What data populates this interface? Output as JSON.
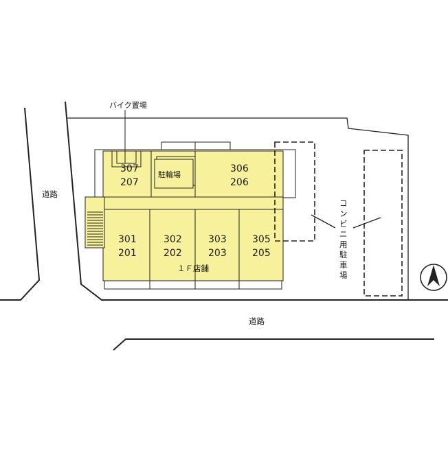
{
  "map": {
    "road_left": "道路",
    "road_bottom": "道路",
    "bike_parking": "バイク置場",
    "bicycle_parking": "駐輪場",
    "convenience_parking_vertical": [
      "コ",
      "ン",
      "ビ",
      "ニ",
      "用",
      "駐",
      "車",
      "場"
    ],
    "first_floor_store": "１Ｆ店舗",
    "north_arrow": "north-arrow"
  },
  "units": {
    "u307": "307",
    "u207": "207",
    "u306": "306",
    "u206": "206",
    "u301": "301",
    "u201": "201",
    "u302": "302",
    "u202": "202",
    "u303": "303",
    "u203": "203",
    "u305": "305",
    "u205": "205"
  },
  "colors": {
    "building_fill": "#f6f19a",
    "line": "#222222"
  }
}
